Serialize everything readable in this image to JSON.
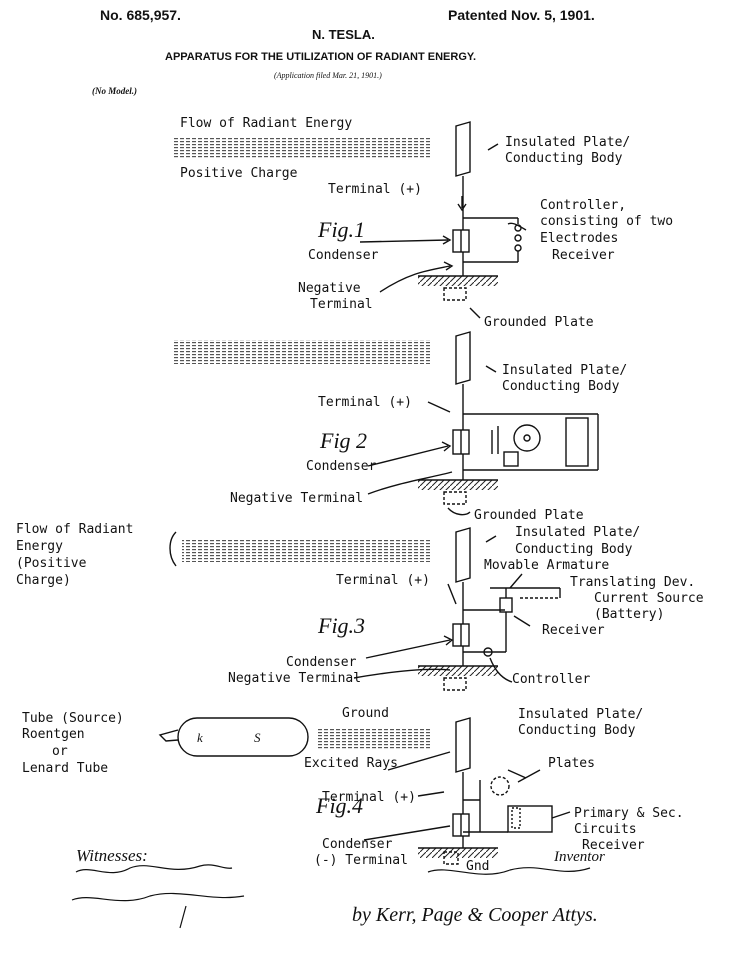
{
  "header": {
    "patent_no": "No. 685,957.",
    "inventor": "N. TESLA.",
    "patented": "Patented Nov. 5, 1901.",
    "title": "APPARATUS FOR THE UTILIZATION OF RADIANT ENERGY.",
    "application": "(Application filed Mar. 21, 1901.)",
    "model": "(No Model.)"
  },
  "fig1": {
    "label": "Fig.1",
    "flow_line1": "Flow of Radiant Energy",
    "flow_line2": "Positive Charge",
    "plate_line1": "Insulated Plate/",
    "plate_line2": "Conducting Body",
    "terminal_pos": "Terminal (+)",
    "controller_line1": "Controller,",
    "controller_line2": "consisting of two",
    "controller_line3": "Electrodes",
    "receiver": "Receiver",
    "condenser": "Condenser",
    "neg_line1": "Negative",
    "neg_line2": "Terminal",
    "grounded_plate": "Grounded Plate"
  },
  "fig2": {
    "label": "Fig 2",
    "plate_line1": "Insulated Plate/",
    "plate_line2": "Conducting Body",
    "terminal_pos": "Terminal (+)",
    "condenser": "Condenser",
    "negative_terminal": "Negative Terminal",
    "grounded_plate": "Grounded Plate"
  },
  "fig3": {
    "label": "Fig.3",
    "flow_line1": "Flow of Radiant",
    "flow_line2": "Energy",
    "flow_line3": "(Positive",
    "flow_line4": "Charge)",
    "plate_line1": "Insulated Plate/",
    "plate_line2": "Conducting Body",
    "movable_armature": "Movable Armature",
    "translating": "Translating Dev.",
    "current_source_line1": "Current Source",
    "current_source_line2": "(Battery)",
    "terminal_pos": "Terminal (+)",
    "receiver": "Receiver",
    "condenser": "Condenser",
    "negative_terminal": "Negative Terminal",
    "controller": "Controller",
    "ground": "Ground"
  },
  "fig4": {
    "label": "Fig.4",
    "tube_line1": "Tube (Source)",
    "tube_line2": "Roentgen",
    "tube_line3": "or",
    "tube_line4": "Lenard Tube",
    "plate_line1": "Insulated Plate/",
    "plate_line2": "Conducting Body",
    "excited_rays": "Excited Rays",
    "plates": "Plates",
    "terminal_pos": "Terminal (+)",
    "circuits_line1": "Primary & Sec.",
    "circuits_line2": "Circuits",
    "receiver": "Receiver",
    "condenser": "Condenser",
    "neg_terminal": "(-) Terminal",
    "gnd": "Gnd"
  },
  "footer": {
    "witnesses": "Witnesses:",
    "inventor": "Inventor",
    "attorneys": "by Kerr, Page & Cooper Attys."
  }
}
